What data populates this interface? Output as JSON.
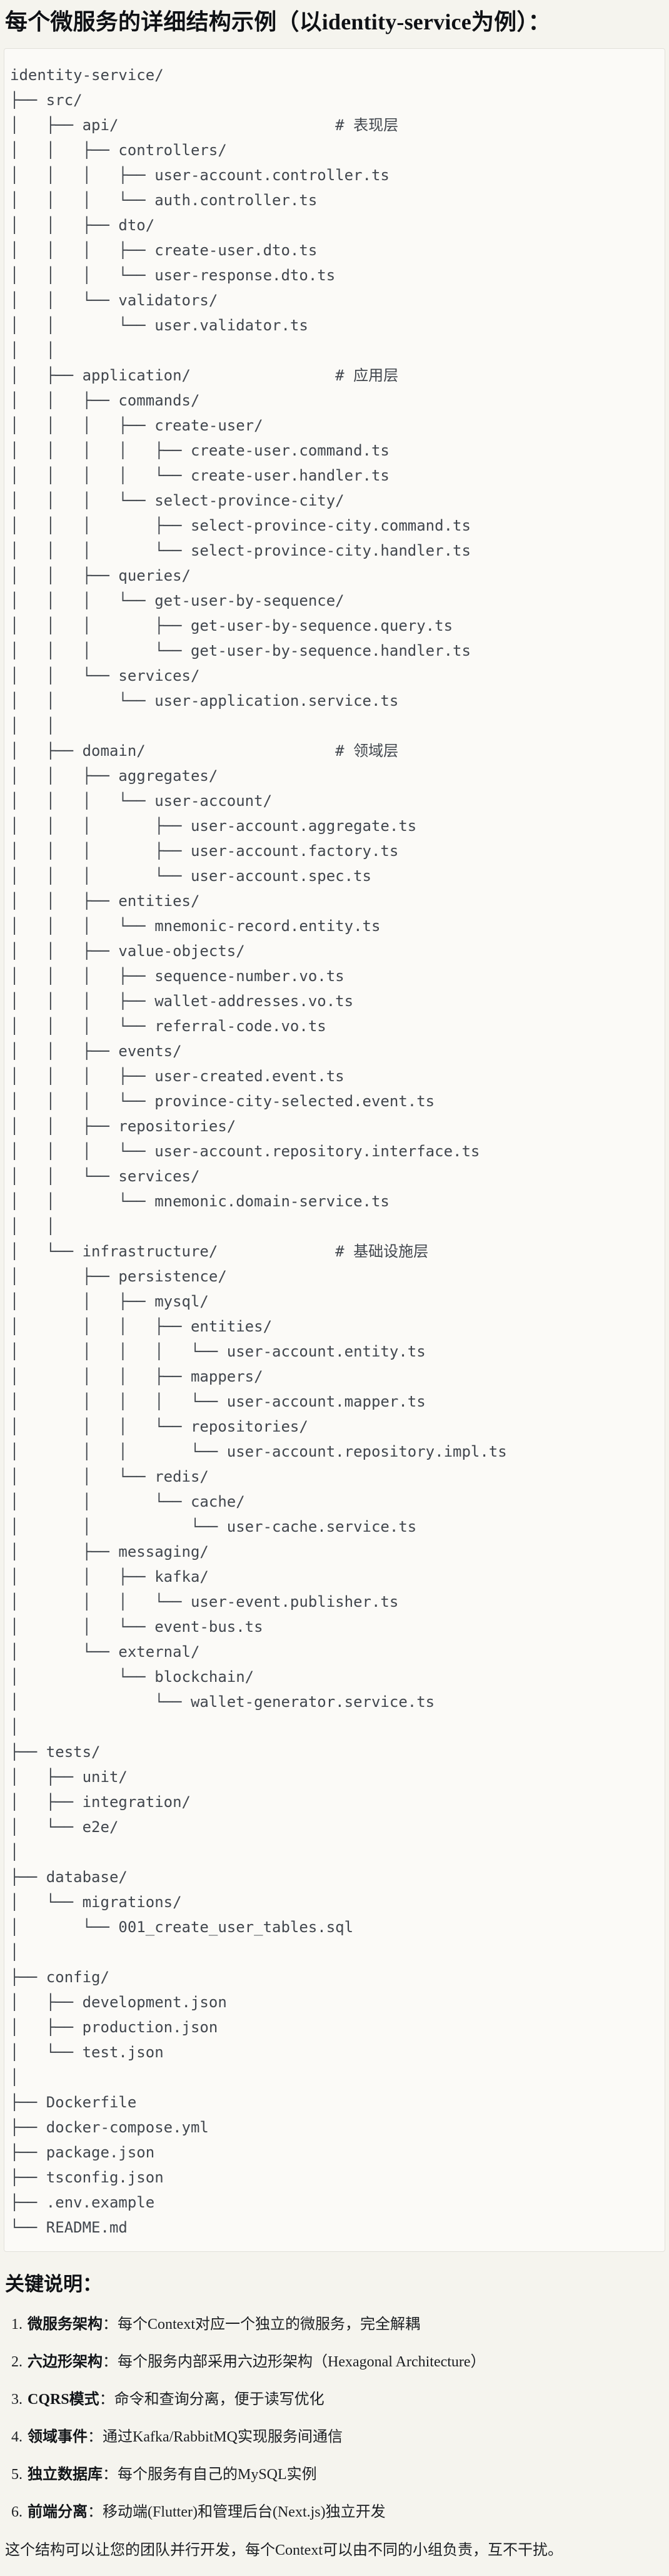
{
  "title": "每个微服务的详细结构示例（以identity-service为例）：",
  "tree_lines": [
    "identity-service/",
    "├── src/",
    "│   ├── api/                        # 表现层",
    "│   │   ├── controllers/",
    "│   │   │   ├── user-account.controller.ts",
    "│   │   │   └── auth.controller.ts",
    "│   │   ├── dto/",
    "│   │   │   ├── create-user.dto.ts",
    "│   │   │   └── user-response.dto.ts",
    "│   │   └── validators/",
    "│   │       └── user.validator.ts",
    "│   │",
    "│   ├── application/                # 应用层",
    "│   │   ├── commands/",
    "│   │   │   ├── create-user/",
    "│   │   │   │   ├── create-user.command.ts",
    "│   │   │   │   └── create-user.handler.ts",
    "│   │   │   └── select-province-city/",
    "│   │   │       ├── select-province-city.command.ts",
    "│   │   │       └── select-province-city.handler.ts",
    "│   │   ├── queries/",
    "│   │   │   └── get-user-by-sequence/",
    "│   │   │       ├── get-user-by-sequence.query.ts",
    "│   │   │       └── get-user-by-sequence.handler.ts",
    "│   │   └── services/",
    "│   │       └── user-application.service.ts",
    "│   │",
    "│   ├── domain/                     # 领域层",
    "│   │   ├── aggregates/",
    "│   │   │   └── user-account/",
    "│   │   │       ├── user-account.aggregate.ts",
    "│   │   │       ├── user-account.factory.ts",
    "│   │   │       └── user-account.spec.ts",
    "│   │   ├── entities/",
    "│   │   │   └── mnemonic-record.entity.ts",
    "│   │   ├── value-objects/",
    "│   │   │   ├── sequence-number.vo.ts",
    "│   │   │   ├── wallet-addresses.vo.ts",
    "│   │   │   └── referral-code.vo.ts",
    "│   │   ├── events/",
    "│   │   │   ├── user-created.event.ts",
    "│   │   │   └── province-city-selected.event.ts",
    "│   │   ├── repositories/",
    "│   │   │   └── user-account.repository.interface.ts",
    "│   │   └── services/",
    "│   │       └── mnemonic.domain-service.ts",
    "│   │",
    "│   └── infrastructure/             # 基础设施层",
    "│       ├── persistence/",
    "│       │   ├── mysql/",
    "│       │   │   ├── entities/",
    "│       │   │   │   └── user-account.entity.ts",
    "│       │   │   ├── mappers/",
    "│       │   │   │   └── user-account.mapper.ts",
    "│       │   │   └── repositories/",
    "│       │   │       └── user-account.repository.impl.ts",
    "│       │   └── redis/",
    "│       │       └── cache/",
    "│       │           └── user-cache.service.ts",
    "│       ├── messaging/",
    "│       │   ├── kafka/",
    "│       │   │   └── user-event.publisher.ts",
    "│       │   └── event-bus.ts",
    "│       └── external/",
    "│           └── blockchain/",
    "│               └── wallet-generator.service.ts",
    "│",
    "├── tests/",
    "│   ├── unit/",
    "│   ├── integration/",
    "│   └── e2e/",
    "│",
    "├── database/",
    "│   └── migrations/",
    "│       └── 001_create_user_tables.sql",
    "│",
    "├── config/",
    "│   ├── development.json",
    "│   ├── production.json",
    "│   └── test.json",
    "│",
    "├── Dockerfile",
    "├── docker-compose.yml",
    "├── package.json",
    "├── tsconfig.json",
    "├── .env.example",
    "└── README.md"
  ],
  "notes_heading": "关键说明：",
  "notes": [
    {
      "num": "1.",
      "label": "微服务架构",
      "text": "：每个Context对应一个独立的微服务，完全解耦"
    },
    {
      "num": "2.",
      "label": "六边形架构",
      "text": "：每个服务内部采用六边形架构（Hexagonal Architecture）"
    },
    {
      "num": "3.",
      "label": "CQRS模式",
      "text": "：命令和查询分离，便于读写优化"
    },
    {
      "num": "4.",
      "label": "领域事件",
      "text": "：通过Kafka/RabbitMQ实现服务间通信"
    },
    {
      "num": "5.",
      "label": "独立数据库",
      "text": "：每个服务有自己的MySQL实例"
    },
    {
      "num": "6.",
      "label": "前端分离",
      "text": "：移动端(Flutter)和管理后台(Next.js)独立开发"
    }
  ],
  "footer": "这个结构可以让您的团队并行开发，每个Context可以由不同的小组负责，互不干扰。",
  "colors": {
    "page_background": "#f5f4ee",
    "code_background": "#fbfaf7",
    "code_border": "#e2e1da",
    "tree_text": "#41464d",
    "heading_text": "#0f1115",
    "body_text": "#1c1f23"
  }
}
